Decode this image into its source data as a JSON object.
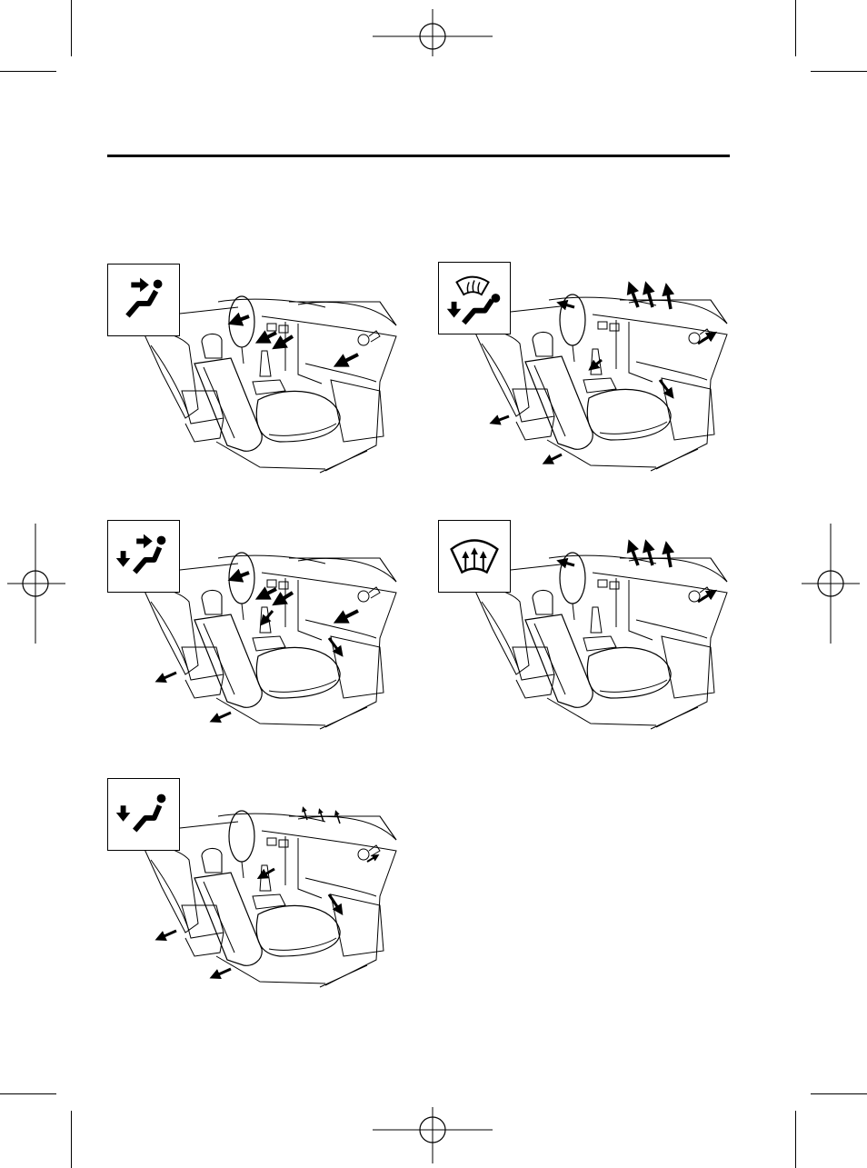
{
  "page": {
    "background": "#ffffff",
    "ink": "#000000"
  },
  "modes": [
    {
      "id": "vent",
      "icon": "vent-mode-icon",
      "outlets": [
        "panel-vents",
        "side-vents"
      ]
    },
    {
      "id": "defrost-floor",
      "icon": "defrost-floor-mode-icon",
      "outlets": [
        "windshield",
        "side-vents",
        "floor"
      ]
    },
    {
      "id": "bi-level",
      "icon": "bi-level-mode-icon",
      "outlets": [
        "panel-vents",
        "side-vents",
        "floor"
      ]
    },
    {
      "id": "defrost",
      "icon": "defrost-mode-icon",
      "outlets": [
        "windshield",
        "side-vents"
      ]
    },
    {
      "id": "floor",
      "icon": "floor-mode-icon",
      "outlets": [
        "windshield-light",
        "side-vents",
        "floor"
      ]
    }
  ]
}
